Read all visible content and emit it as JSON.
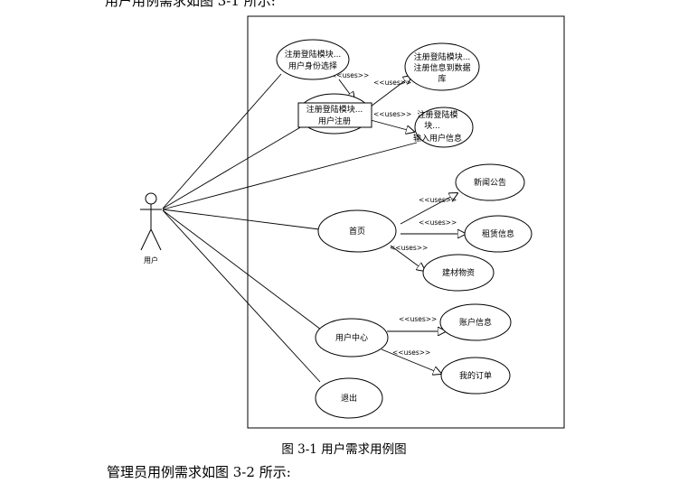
{
  "document": {
    "top_text": "用户用例需求如图 3-1 所示:",
    "caption": "图 3-1 用户需求用例图",
    "bottom_text": "管理员用例需求如图 3-2 所示:"
  },
  "diagram": {
    "actor": {
      "label": "用户"
    },
    "use_cases": {
      "identity": {
        "line1": "注册登陆模块...",
        "line2": "用户身份选择"
      },
      "register": {
        "line1": "注册登陆模块...",
        "line2": "用户注册"
      },
      "save_db": {
        "line1": "注册登陆模块...",
        "line2": "注册信息到数据",
        "line3": "库"
      },
      "input_info": {
        "line1": "注册登陆模",
        "line2": "块...",
        "line3": "输入用户信息"
      },
      "home": {
        "label": "首页"
      },
      "news": {
        "label": "新闻公告"
      },
      "rent": {
        "label": "租赁信息"
      },
      "materials": {
        "label": "建材物资"
      },
      "user_center": {
        "label": "用户中心"
      },
      "account": {
        "label": "账户信息"
      },
      "orders": {
        "label": "我的订单"
      },
      "logout": {
        "label": "退出"
      }
    },
    "relations": {
      "uses_identity_register": "<<uses>>",
      "uses_register_db": "<<uses>>",
      "uses_register_input": "<<uses>>",
      "uses_home_news": "<<uses>>",
      "uses_home_rent": "<<uses>>",
      "uses_home_materials": "<<uses>>",
      "uses_center_account": "<<uses>>",
      "uses_center_orders": "<<uses>>"
    }
  }
}
